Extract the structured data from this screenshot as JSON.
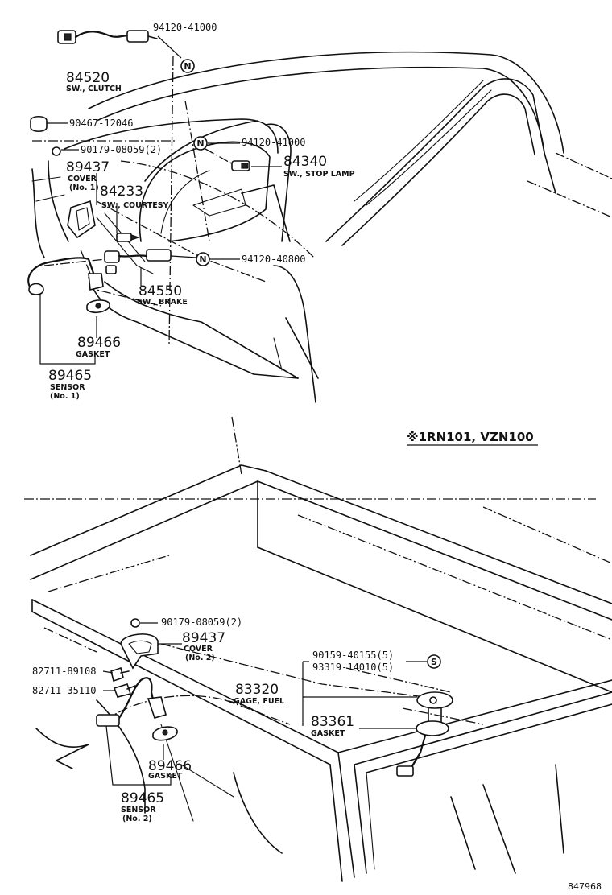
{
  "model_note": "※1RN101, VZN100",
  "ref_code": "847968",
  "symbols": {
    "n": "N",
    "s": "S"
  },
  "top": {
    "p1_no": "94120-41000",
    "clutch_no": "84520",
    "clutch_name": "SW., CLUTCH",
    "clip_no": "90467-12046",
    "nut_no": "90179-08059(2)",
    "cover1_no": "89437",
    "cover1_name": "COVER",
    "cover1_sub": "(No. 1)",
    "p2_no": "94120-41000",
    "stop_no": "84340",
    "stop_name": "SW., STOP LAMP",
    "courtesy_no": "84233",
    "courtesy_name": "SW., COURTESY",
    "p3_no": "94120-40800",
    "brake_no": "84550",
    "brake_name": "SW., BRAKE",
    "gasket_no": "89466",
    "gasket_name": "GASKET",
    "sensor_no": "89465",
    "sensor_name": "SENSOR",
    "sensor_sub": "(No. 1)"
  },
  "bottom": {
    "nut_no": "90179-08059(2)",
    "cover2_no": "89437",
    "cover2_name": "COVER",
    "cover2_sub": "(No. 2)",
    "screw1_no": "90159-40155(5)",
    "screw2_no": "93319-14010(5)",
    "bolt1_no": "82711-89108",
    "bolt2_no": "82711-35110",
    "gage_no": "83320",
    "gage_name": "GAGE, FUEL",
    "gasket_gage_no": "83361",
    "gasket_gage_name": "GASKET",
    "gasket_no": "89466",
    "gasket_name": "GASKET",
    "sensor_no": "89465",
    "sensor_name": "SENSOR",
    "sensor_sub": "(No. 2)"
  }
}
